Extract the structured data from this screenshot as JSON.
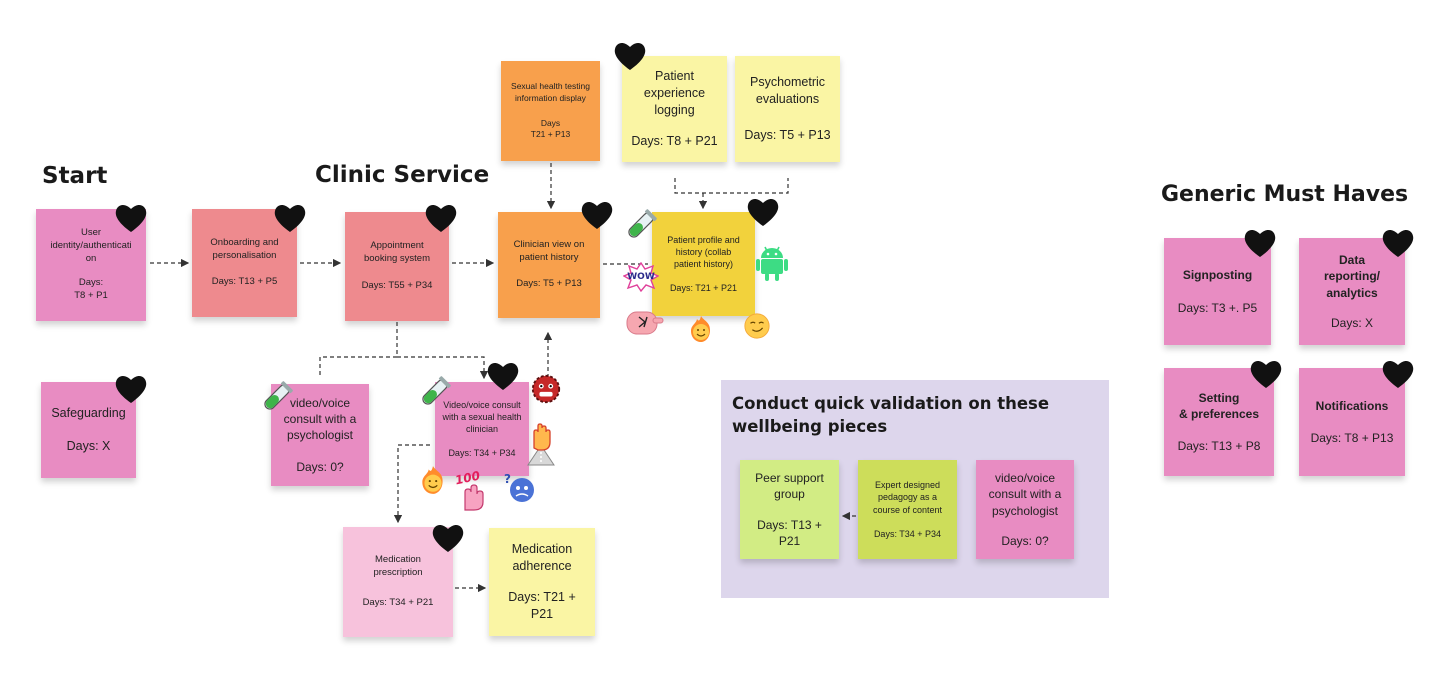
{
  "headings": {
    "start": "Start",
    "clinic": "Clinic Service",
    "generic": "Generic Must Haves"
  },
  "notes": {
    "user_identity": {
      "title": "User\nidentity/authenticati\non",
      "days": "Days:\nT8 + P1"
    },
    "onboarding": {
      "title": "Onboarding and\npersonalisation",
      "days": "Days: T13 + P5"
    },
    "appointment": {
      "title": "Appointment\nbooking system",
      "days": "Days: T55 + P34"
    },
    "clinician_view": {
      "title": "Clinician view on\npatient history",
      "days": "Days: T5 + P13"
    },
    "sexual_health_info": {
      "title": "Sexual health testing\ninformation display",
      "days": "Days\nT21 + P13"
    },
    "patient_experience": {
      "title": "Patient\nexperience\nlogging",
      "days": "Days: T8 + P21"
    },
    "psychometric": {
      "title": "Psychometric\nevaluations",
      "days": "Days: T5 + P13"
    },
    "patient_profile": {
      "title": "Patient profile and\nhistory (collab\npatient history)",
      "days": "Days: T21 + P21"
    },
    "safeguarding": {
      "title": "Safeguarding",
      "days": "Days: X"
    },
    "video_psych": {
      "title": "video/voice\nconsult with a\npsychologist",
      "days": "Days: 0?"
    },
    "video_sexual": {
      "title": "Video/voice consult\nwith a sexual health\nclinician",
      "days": "Days: T34  + P34"
    },
    "medication_rx": {
      "title": "Medication\nprescription",
      "days": "Days: T34 + P21"
    },
    "medication_adh": {
      "title": "Medication\nadherence",
      "days": "Days: T21 +\nP21"
    },
    "signposting": {
      "title": "Signposting",
      "days": "Days: T3 +. P5"
    },
    "data_reporting": {
      "title": "Data\nreporting/\nanalytics",
      "days": "Days: X"
    },
    "setting": {
      "title": "Setting\n& preferences",
      "days": "Days: T13 + P8"
    },
    "notifications": {
      "title": "Notifications",
      "days": "Days: T8 + P13"
    },
    "peer_support": {
      "title": "Peer support\ngroup",
      "days": "Days: T13 +\nP21"
    },
    "expert_pedagogy": {
      "title": "Expert designed\npedagogy as a\ncourse of content",
      "days": "Days: T34 + P34"
    },
    "video_psych_2": {
      "title": "video/voice\nconsult with a\npsychologist",
      "days": "Days: 0?"
    }
  },
  "panel": {
    "title": "Conduct quick validation on these\nwellbeing pieces"
  },
  "stickers": {
    "wow": "WOW",
    "hundred": "100"
  },
  "colors": {
    "pink": "#e88cc2",
    "salmon": "#ee8a8e",
    "light_pink": "#f7c2dc",
    "orange": "#f8a04c",
    "yellow_light": "#faf5a4",
    "yellow": "#f2d23c",
    "lime": "#d2ec84",
    "olive": "#cddd5a",
    "panel_bg": "#ddd6ec"
  }
}
